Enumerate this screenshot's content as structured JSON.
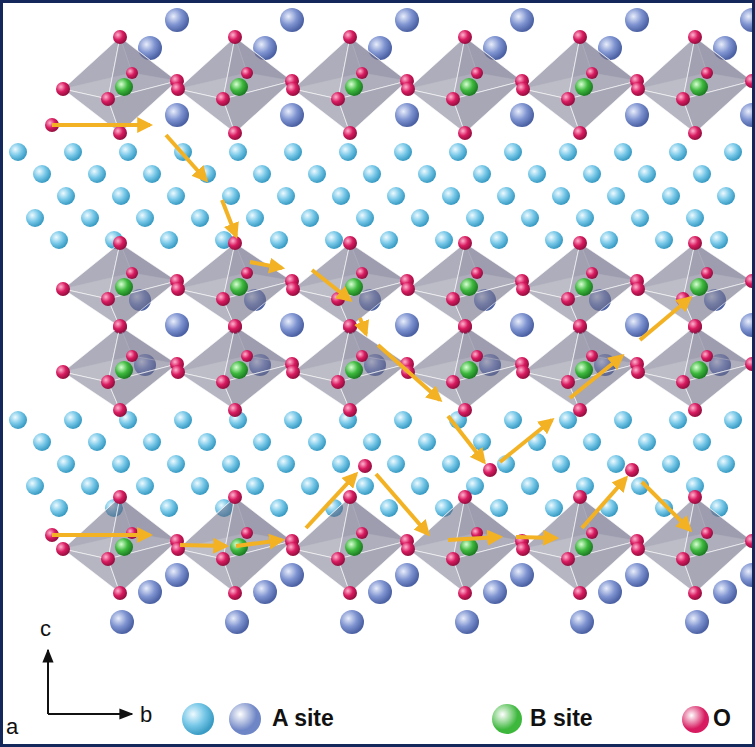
{
  "diagram": {
    "labels": [
      "c",
      "a",
      "b"
    ],
    "legend": [
      {
        "text": "A site",
        "color": "#6f86c6"
      },
      {
        "text": "B site",
        "color": "#3db83d"
      },
      {
        "text": "O",
        "color": "#d81b60"
      }
    ]
  }
}
